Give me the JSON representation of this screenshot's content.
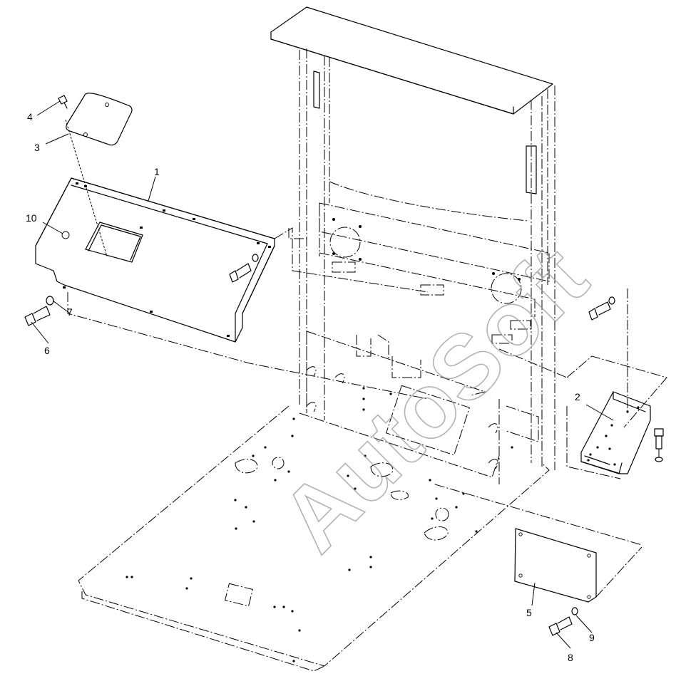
{
  "watermark": "AutoSoft",
  "callouts": [
    {
      "id": "c1",
      "label": "1"
    },
    {
      "id": "c2",
      "label": "2"
    },
    {
      "id": "c3",
      "label": "3"
    },
    {
      "id": "c4",
      "label": "4"
    },
    {
      "id": "c5",
      "label": "5"
    },
    {
      "id": "c6",
      "label": "6"
    },
    {
      "id": "c7",
      "label": "7"
    },
    {
      "id": "c8",
      "label": "8"
    },
    {
      "id": "c9",
      "label": "9"
    },
    {
      "id": "c10",
      "label": "10"
    }
  ]
}
